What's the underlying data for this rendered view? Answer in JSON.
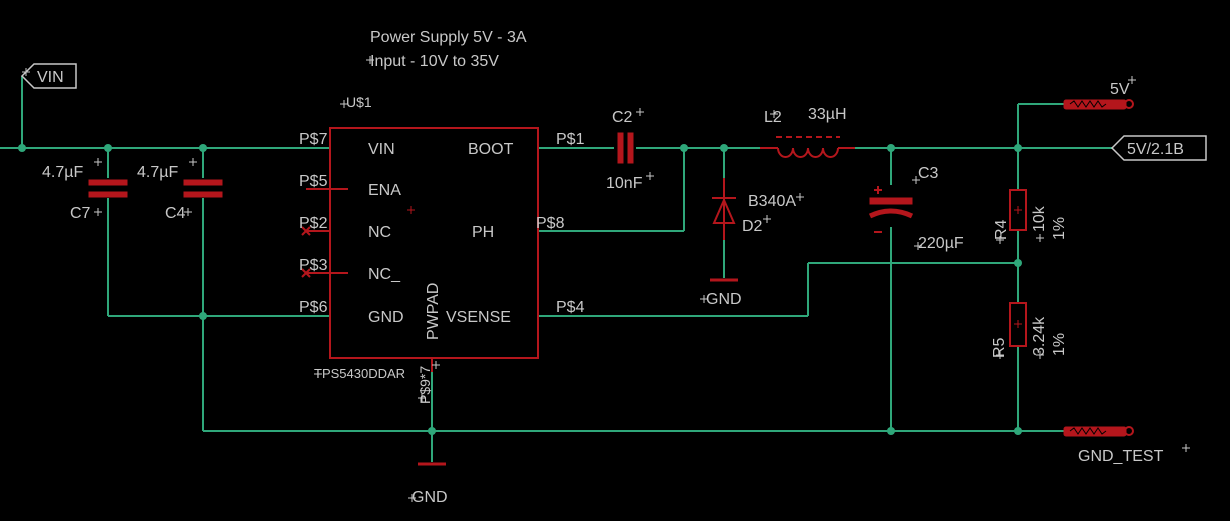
{
  "header": {
    "title": "Power Supply  5V - 3A",
    "subtitle": "Input - 10V to 35V"
  },
  "ic": {
    "ref": "U$1",
    "part": "TPS5430DDAR",
    "pwpad": "PWPAD",
    "pins_left": [
      {
        "name": "VIN",
        "pad": "P$7"
      },
      {
        "name": "ENA",
        "pad": "P$5"
      },
      {
        "name": "NC",
        "pad": "P$2"
      },
      {
        "name": "NC_",
        "pad": "P$3"
      },
      {
        "name": "GND",
        "pad": "P$6"
      }
    ],
    "pins_right": [
      {
        "name": "BOOT",
        "pad": "P$1"
      },
      {
        "name": "PH",
        "pad": "P$8"
      },
      {
        "name": "VSENSE",
        "pad": "P$4"
      }
    ],
    "pad_bottom": "P$9*7"
  },
  "components": {
    "c7": {
      "ref": "C7",
      "value": "4.7µF"
    },
    "c4": {
      "ref": "C4",
      "value": "4.7µF"
    },
    "c2": {
      "ref": "C2",
      "value": "10nF"
    },
    "l2": {
      "ref": "L2",
      "value": "33µH"
    },
    "d2": {
      "ref": "D2",
      "value": "B340A"
    },
    "c3": {
      "ref": "C3",
      "value": "220µF"
    },
    "r4": {
      "ref": "R4",
      "value": "10k",
      "tol": "1%"
    },
    "r5": {
      "ref": "R5",
      "value": "3.24k",
      "tol": "1%"
    }
  },
  "nets": {
    "vin": "VIN",
    "out_5v": "5V",
    "out_label": "5V/2.1B",
    "gnd_test": "GND_TEST",
    "gnd": "GND"
  },
  "colors": {
    "background": "#000000",
    "wire": "#2fa77a",
    "component": "#b4161c",
    "text": "#c8c8c8"
  }
}
